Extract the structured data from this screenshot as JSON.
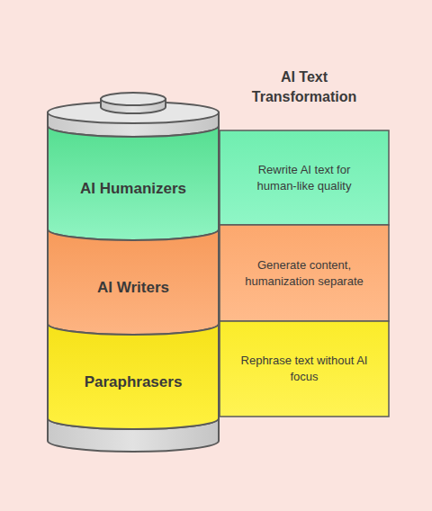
{
  "diagram": {
    "title": "AI Text Transformation",
    "nodes": [
      {
        "text": [
          "AI Humanizers"
        ]
      },
      {
        "text": [
          "Rewrite AI text for human-like quality"
        ]
      },
      {
        "text": [
          "AI Writers"
        ]
      },
      {
        "text": [
          "Generate content, humanization separate"
        ]
      },
      {
        "text": [
          "Paraphrasers"
        ]
      },
      {
        "text": [
          "Rephrase text without AI focus"
        ]
      }
    ]
  }
}
